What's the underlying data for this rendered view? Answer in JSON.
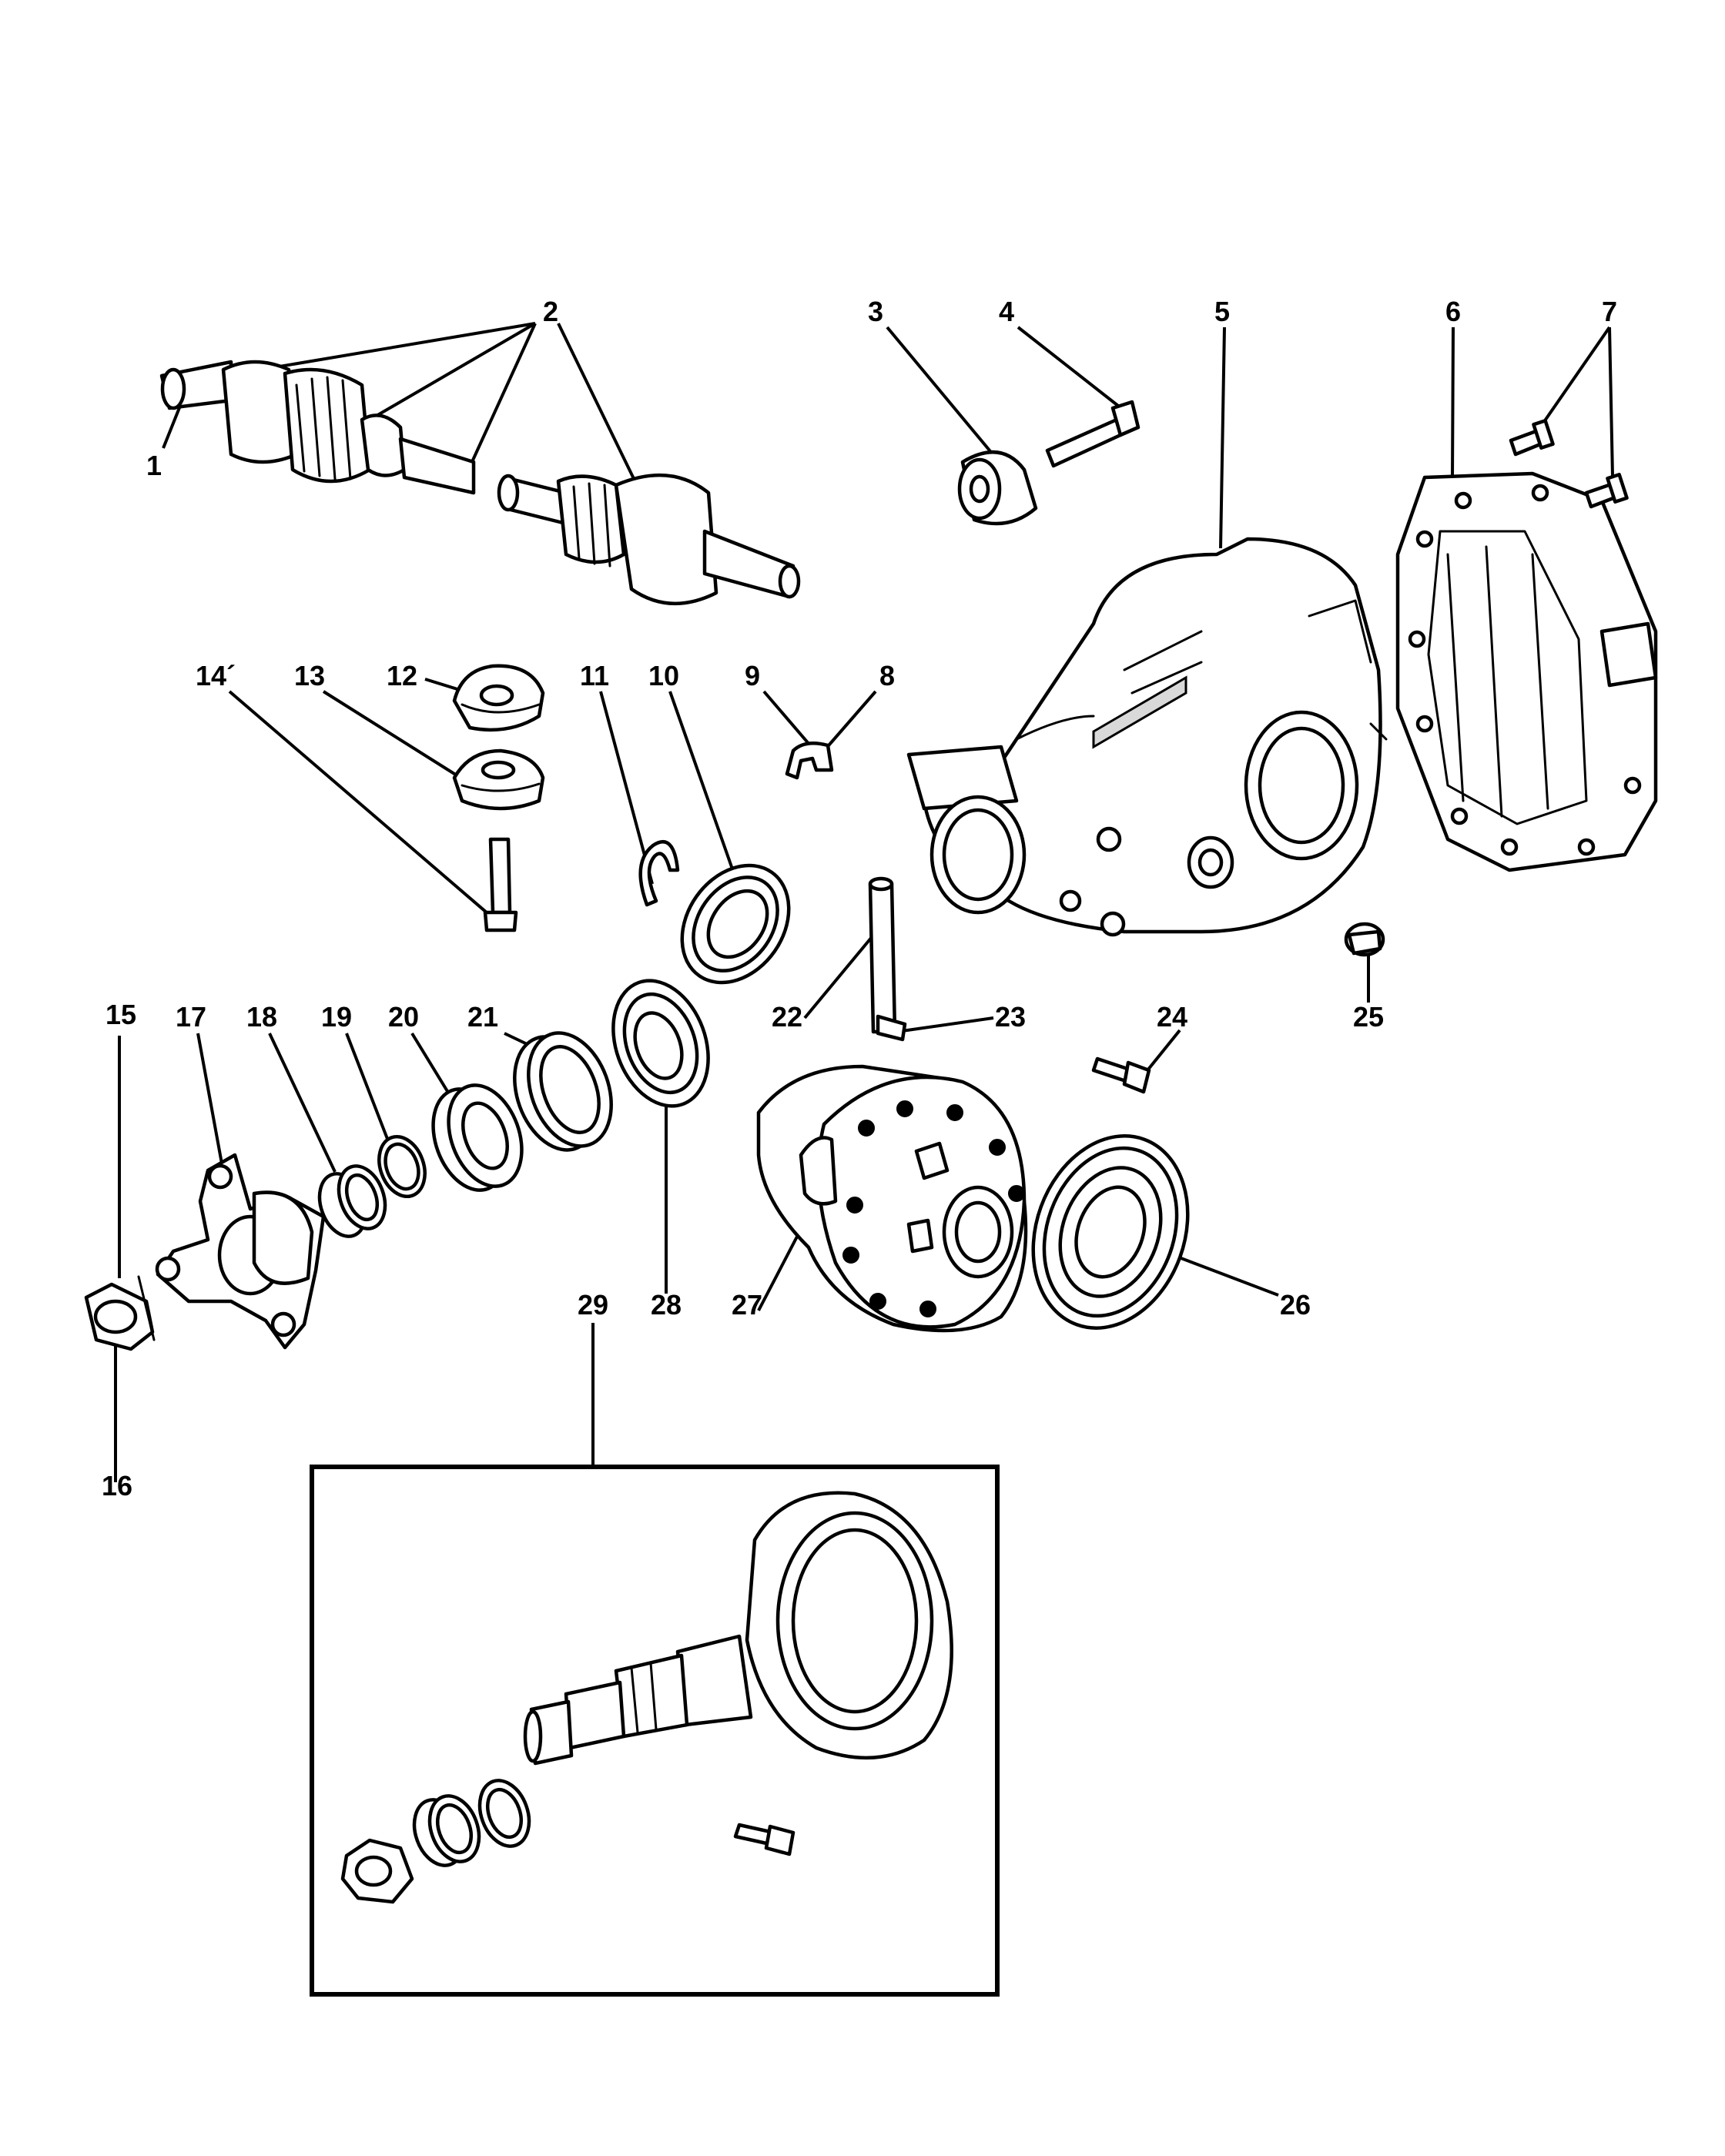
{
  "labels": [
    {
      "id": "1",
      "text": "1"
    },
    {
      "id": "2",
      "text": "2"
    },
    {
      "id": "3",
      "text": "3"
    },
    {
      "id": "4",
      "text": "4"
    },
    {
      "id": "5",
      "text": "5"
    },
    {
      "id": "6",
      "text": "6"
    },
    {
      "id": "7",
      "text": "7"
    },
    {
      "id": "8",
      "text": "8"
    },
    {
      "id": "9",
      "text": "9"
    },
    {
      "id": "10",
      "text": "10"
    },
    {
      "id": "11",
      "text": "11"
    },
    {
      "id": "12",
      "text": "12"
    },
    {
      "id": "13",
      "text": "13"
    },
    {
      "id": "14",
      "text": "14´"
    },
    {
      "id": "15",
      "text": "15"
    },
    {
      "id": "16",
      "text": "16"
    },
    {
      "id": "17",
      "text": "17"
    },
    {
      "id": "18",
      "text": "18"
    },
    {
      "id": "19",
      "text": "19"
    },
    {
      "id": "20",
      "text": "20"
    },
    {
      "id": "21",
      "text": "21"
    },
    {
      "id": "22",
      "text": "22"
    },
    {
      "id": "23",
      "text": "23"
    },
    {
      "id": "24",
      "text": "24"
    },
    {
      "id": "25",
      "text": "25"
    },
    {
      "id": "26",
      "text": "26"
    },
    {
      "id": "27",
      "text": "27"
    },
    {
      "id": "28",
      "text": "28"
    },
    {
      "id": "29",
      "text": "29"
    }
  ]
}
